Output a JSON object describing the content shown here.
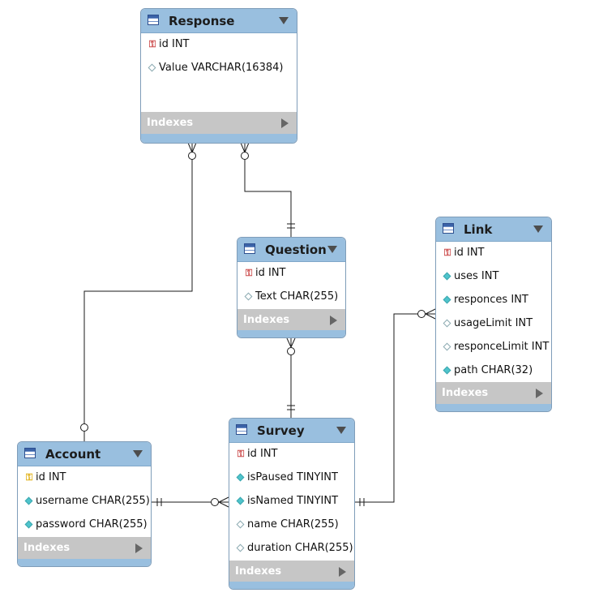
{
  "tables": {
    "response": {
      "title": "Response",
      "columns": [
        {
          "icon": "primary-key-icon",
          "label": "id INT"
        },
        {
          "icon": "nullable-column-icon",
          "label": "Value VARCHAR(16384)"
        }
      ],
      "indexes_label": "Indexes"
    },
    "question": {
      "title": "Question",
      "columns": [
        {
          "icon": "primary-key-icon",
          "label": "id INT"
        },
        {
          "icon": "nullable-column-icon",
          "label": "Text CHAR(255)"
        }
      ],
      "indexes_label": "Indexes"
    },
    "link": {
      "title": "Link",
      "columns": [
        {
          "icon": "primary-key-icon",
          "label": "id INT"
        },
        {
          "icon": "not-null-column-icon",
          "label": "uses INT"
        },
        {
          "icon": "not-null-column-icon",
          "label": "responces INT"
        },
        {
          "icon": "nullable-column-icon",
          "label": "usageLimit INT"
        },
        {
          "icon": "nullable-column-icon",
          "label": "responceLimit INT"
        },
        {
          "icon": "not-null-column-icon",
          "label": "path CHAR(32)"
        }
      ],
      "indexes_label": "Indexes"
    },
    "account": {
      "title": "Account",
      "columns": [
        {
          "icon": "foreign-key-icon",
          "label": "id INT"
        },
        {
          "icon": "not-null-column-icon",
          "label": "username CHAR(255)"
        },
        {
          "icon": "not-null-column-icon",
          "label": "password CHAR(255)"
        }
      ],
      "indexes_label": "Indexes"
    },
    "survey": {
      "title": "Survey",
      "columns": [
        {
          "icon": "primary-key-icon",
          "label": "id INT"
        },
        {
          "icon": "not-null-column-icon",
          "label": "isPaused TINYINT"
        },
        {
          "icon": "not-null-column-icon",
          "label": "isNamed TINYINT"
        },
        {
          "icon": "nullable-column-icon",
          "label": "name CHAR(255)"
        },
        {
          "icon": "nullable-column-icon",
          "label": "duration CHAR(255)"
        }
      ],
      "indexes_label": "Indexes"
    }
  },
  "relationships": [
    {
      "from": "question",
      "to": "response",
      "from_end": "one-mandatory",
      "to_end": "zero-or-many"
    },
    {
      "from": "account",
      "to": "response",
      "from_end": "zero-or-one",
      "to_end": "zero-or-many"
    },
    {
      "from": "survey",
      "to": "question",
      "from_end": "one-mandatory",
      "to_end": "zero-or-many"
    },
    {
      "from": "account",
      "to": "survey",
      "from_end": "one-mandatory",
      "to_end": "zero-or-many"
    },
    {
      "from": "survey",
      "to": "link",
      "from_end": "one-mandatory",
      "to_end": "zero-or-many"
    }
  ],
  "colors": {
    "header": "#99bfdf",
    "indexes_bar": "#c6c6c6",
    "line": "#1a1a1a",
    "primary_key": "#cc4b4b",
    "foreign_key": "#e1b21a",
    "not_null_diamond": "#4fc4cc"
  }
}
